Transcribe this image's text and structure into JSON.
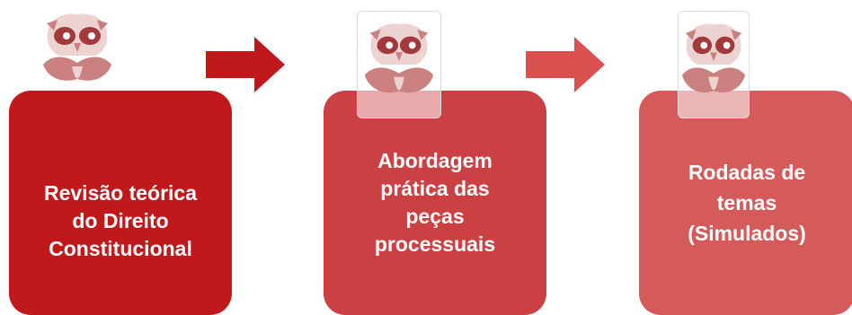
{
  "steps": [
    {
      "label": "Revisão teórica\ndo Direito\nConstitucional",
      "color": "#c0191c"
    },
    {
      "label": "Abordagem\nprática das\npeças\nprocessuais",
      "color": "#cb4143"
    },
    {
      "label": "Rodadas de\ntemas\n(Simulados)",
      "color": "#d55b5b"
    }
  ],
  "arrows": [
    {
      "color": "#c0191c"
    },
    {
      "color": "#d9504f"
    }
  ],
  "icons": {
    "mascot": "owl-icon",
    "connector": "arrow-right-icon"
  },
  "colors": {
    "owl_body": "#c9807f",
    "owl_face": "#ecd2d1",
    "owl_eye": "#a23a3c"
  }
}
